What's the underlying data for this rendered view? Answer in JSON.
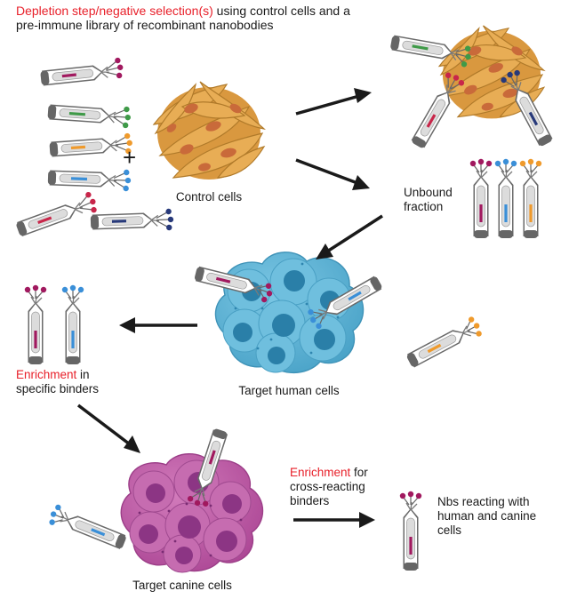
{
  "header": {
    "highlight": "Depletion step/negative selection(s)",
    "line1_rest": " using control cells and a",
    "line2": "pre-immune library of recombinant nanobodies"
  },
  "plus_sign": "+",
  "labels": {
    "control_cells": "Control cells",
    "unbound_line1": "Unbound",
    "unbound_line2": "fraction",
    "target_human": "Target human cells",
    "target_canine": "Target canine cells",
    "enrich1_highlight": "Enrichment",
    "enrich1_rest": " in",
    "enrich1_line2": "specific binders",
    "enrich2_highlight": "Enrichment",
    "enrich2_rest": " for",
    "enrich2_line2": "cross-reacting",
    "enrich2_line3": "binders",
    "nbs_line1": "Nbs reacting with",
    "nbs_line2": "human and canine",
    "nbs_line3": "cells"
  },
  "colors": {
    "highlight_red": "#e8202a",
    "control_cell_fill": "#e5a94e",
    "control_cell_edge": "#b07a2a",
    "control_nucleus": "#c96a3a",
    "human_cell_fill": "#5cb3d6",
    "human_cell_edge": "#3f93b8",
    "human_nucleus": "#2a7fa8",
    "canine_cell_fill": "#c15aa8",
    "canine_cell_edge": "#9c3e88",
    "canine_nucleus": "#8c3584",
    "phage_body": "#d8d8d8",
    "phage_outline": "#6f6f6f",
    "nb_magenta": "#a1195f",
    "nb_green": "#3f9a48",
    "nb_orange": "#ef9a2c",
    "nb_blue": "#3a8fd8",
    "nb_red": "#c8264a",
    "nb_navy": "#27397a",
    "arrow": "#1a1a1a"
  },
  "icons": [
    "phage-icon",
    "control-cells-icon",
    "human-cells-icon",
    "canine-cells-icon",
    "arrow-icon"
  ]
}
